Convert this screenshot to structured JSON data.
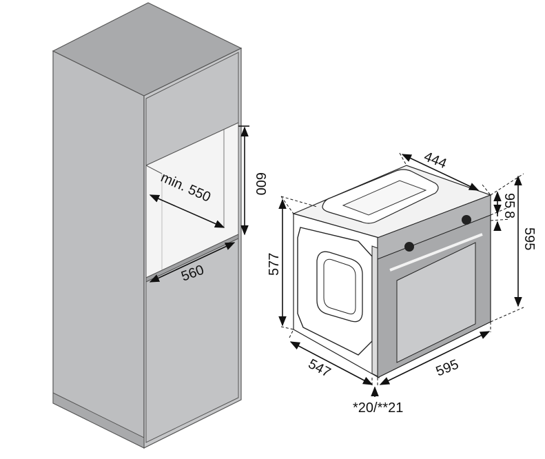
{
  "diagram": {
    "cabinet_labels": {
      "depth_min": "min. 550",
      "height": "600",
      "width": "560"
    },
    "oven_labels": {
      "top_depth": "444",
      "panel_95": "95",
      "panel_8": "8",
      "height_595": "595",
      "height_577": "577",
      "depth_547": "547",
      "width_595": "595",
      "door_note": "*20/**21"
    },
    "colors": {
      "cabinet_fill": "#c5c6c8",
      "cabinet_top": "#b0b1b3",
      "oven_face": "#a8a9ab",
      "oven_window": "#c9cacc",
      "line": "#111111"
    }
  }
}
